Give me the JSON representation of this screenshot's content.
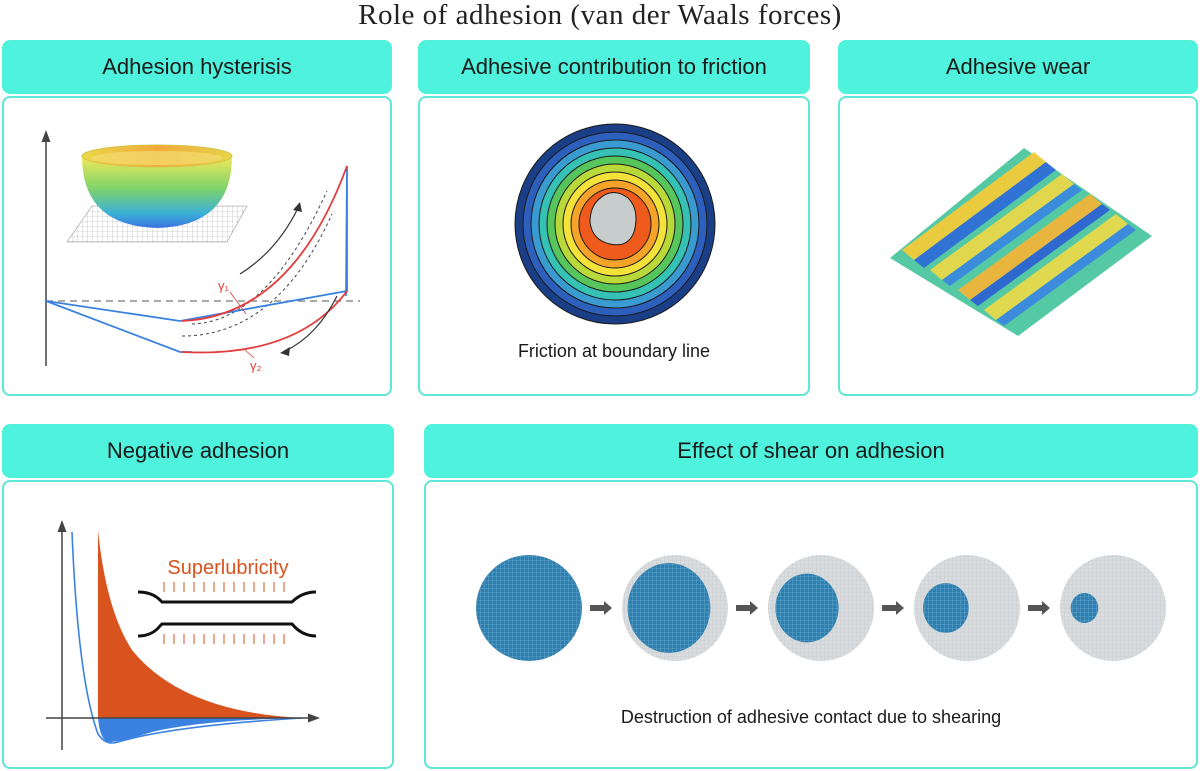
{
  "title": "Role of adhesion (van der Waals forces)",
  "panels": {
    "hysteresis": {
      "header": "Adhesion hysterisis",
      "gamma1": "γ₁",
      "gamma2": "γ₂"
    },
    "friction": {
      "header": "Adhesive contribution to friction",
      "caption": "Friction at boundary line"
    },
    "wear": {
      "header": "Adhesive wear"
    },
    "negative": {
      "header": "Negative adhesion",
      "label": "Superlubricity"
    },
    "shear": {
      "header": "Effect of shear on adhesion",
      "caption": "Destruction of adhesive contact due to shearing"
    }
  },
  "colors": {
    "header_bg": "#4ff2dc",
    "frame": "#5fe6d6",
    "accent_orange": "#d9531e",
    "curve_blue": "#3b82e0",
    "curve_red": "#e23c3c",
    "contact_blue": "#2f7fb0",
    "contact_gray": "#d6d9db"
  },
  "shear_stages": [
    1.0,
    0.72,
    0.42,
    0.22,
    0.08
  ]
}
